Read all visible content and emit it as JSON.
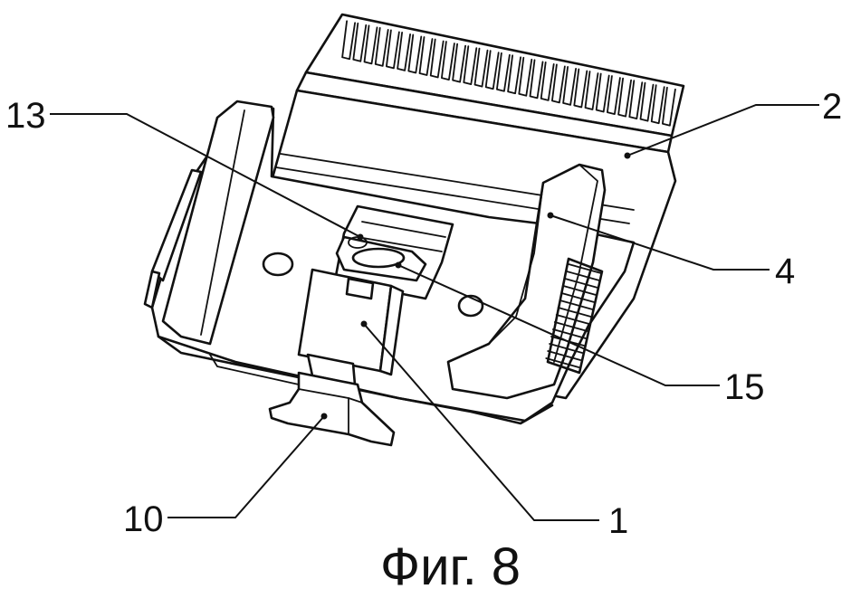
{
  "caption": "Фиг. 8",
  "labels": {
    "l13": "13",
    "l2": "2",
    "l4": "4",
    "l15": "15",
    "l10": "10",
    "l1": "1"
  }
}
